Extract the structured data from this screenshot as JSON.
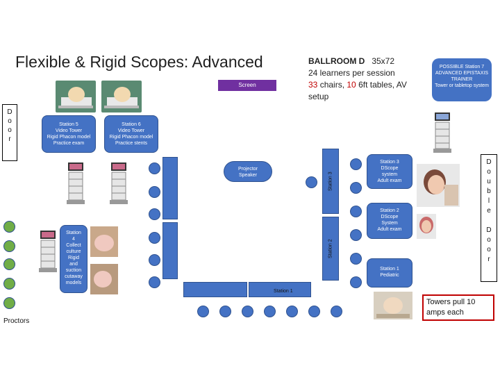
{
  "title": "Flexible & Rigid Scopes: Advanced",
  "screen_label": "Screen",
  "room": {
    "name": "BALLROOM D",
    "size": "35x72",
    "learners": "24 learners per session",
    "chairs_num": "33",
    "chairs_mid": " chairs, ",
    "tables_num": "10",
    "tables_rest": " 6ft tables, AV setup"
  },
  "station7": [
    "POSSIBLE Station 7",
    "ADVANCED EPISTAXIS TRAINER",
    "Tower or tabletop system"
  ],
  "door_left": [
    "D",
    "o",
    "o",
    "r"
  ],
  "door_right": [
    "D",
    "o",
    "u",
    "b",
    "l",
    "e",
    "",
    "D",
    "o",
    "o",
    "r"
  ],
  "station5": [
    "Station 5",
    "Video Tower",
    "Rigid Phacon model",
    "Practice exam"
  ],
  "station6": [
    "Station 6",
    "Video Tower",
    "Rigid Phacon model",
    "Practice stents"
  ],
  "projector": [
    "Projector",
    "Speaker"
  ],
  "station3_vertical": "Station 3",
  "station2_vertical": "Station 2",
  "station1_label": "Station 1",
  "station3": [
    "Station 3",
    "DScope",
    "system",
    "Adult exam"
  ],
  "station2": [
    "Station 2",
    "DScope",
    "System",
    "Adult exam"
  ],
  "station1": [
    "Station 1",
    "Pediatric"
  ],
  "station4": [
    "Station",
    "4",
    "Collect",
    "culture",
    "Rigid",
    "and",
    "suction",
    "cutaway",
    "models"
  ],
  "proctors": "Proctors",
  "towers_note": "Towers pull 10 amps each",
  "colors": {
    "accent_blue": "#4472c4",
    "chair_green": "#70ad47",
    "screen_purple": "#7030a0",
    "note_red": "#c00000"
  }
}
